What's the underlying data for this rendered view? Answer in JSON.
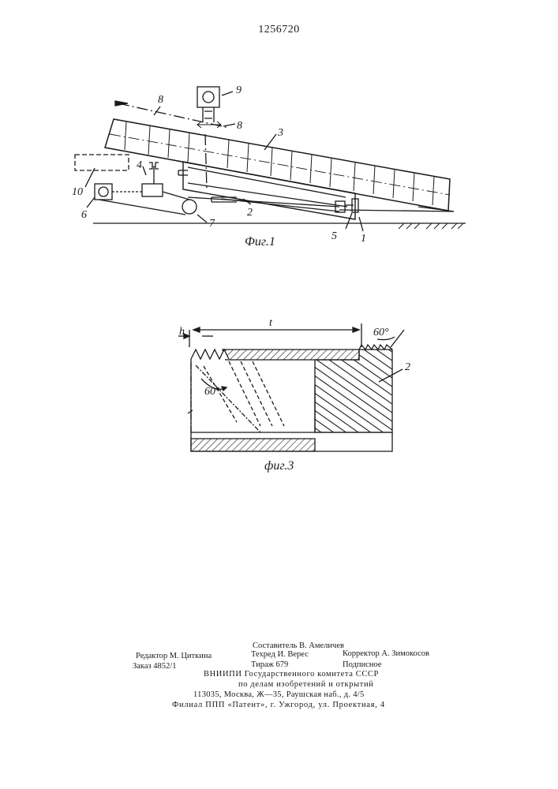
{
  "header": {
    "patent_number": "1256720"
  },
  "figure1": {
    "caption": "Фиг.1",
    "labels": {
      "l1": "1",
      "l2": "2",
      "l3": "3",
      "l4": "4",
      "l5": "5",
      "l6": "6",
      "l7": "7",
      "l8a": "8",
      "l8b": "8",
      "l9": "9",
      "l10": "10"
    }
  },
  "figure3": {
    "caption": "фиг.3",
    "labels": {
      "h": "h",
      "t": "t",
      "angle_top": "60°",
      "angle_inner": "60°",
      "part": "2"
    }
  },
  "imprint": {
    "compiler": "Составитель В. Амеличев",
    "editor": "Редактор М. Циткина",
    "techeditor": "Техред И. Верес",
    "corrector": "Корректор А. Зимокосов",
    "order": "Заказ 4852/1",
    "circulation": "Тираж 679",
    "subscription": "Подписное",
    "org1": "ВНИИПИ Государственного комитета СССР",
    "org2": "по делам изобретений и открытий",
    "address": "113035, Москва, Ж—35, Раушская наб., д. 4/5",
    "branch": "Филиал ППП «Патент», г. Ужгород, ул. Проектная, 4"
  }
}
